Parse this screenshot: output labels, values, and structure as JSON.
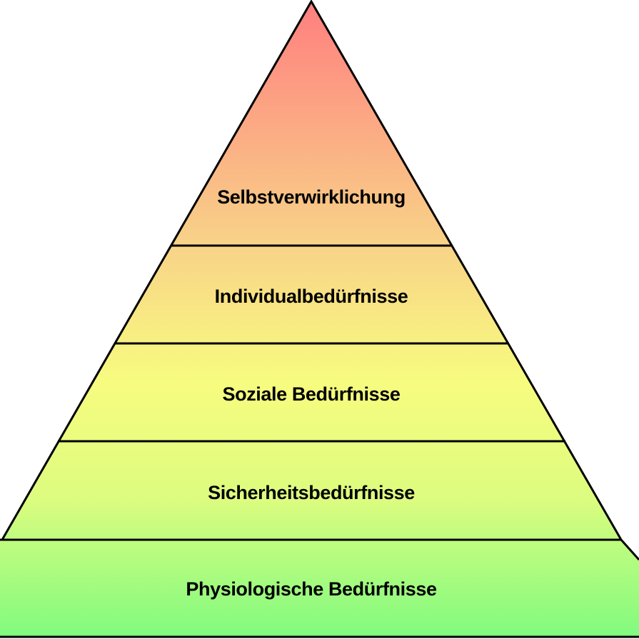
{
  "pyramid": {
    "levels": [
      {
        "label": "Selbstverwirklichung"
      },
      {
        "label": "Individualbedürfnisse"
      },
      {
        "label": "Soziale Bedürfnisse"
      },
      {
        "label": "Sicherheitsbedürfnisse"
      },
      {
        "label": "Physiologische Bedürfnisse"
      }
    ],
    "colors": {
      "top": "#ff7f7f",
      "upper": "#f8d288",
      "middle": "#f7fc7f",
      "lower": "#ddfc7f",
      "bottom": "#80fb7f",
      "outline": "#000000"
    }
  }
}
